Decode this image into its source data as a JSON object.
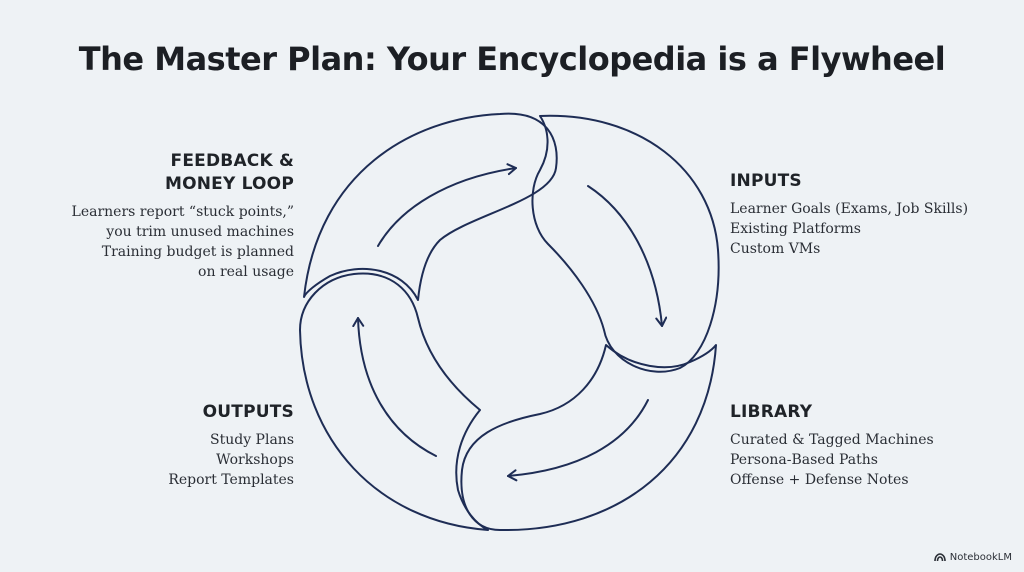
{
  "title": "The Master Plan: Your Encyclopedia is a Flywheel",
  "stroke_color": "#1e2d55",
  "background_color": "#eef2f5",
  "sections": {
    "feedback": {
      "heading": [
        "FEEDBACK &",
        "MONEY LOOP"
      ],
      "lines": [
        "Learners report “stuck points,”",
        "you trim unused machines",
        "Training budget is planned",
        "on real usage"
      ]
    },
    "inputs": {
      "heading": [
        "INPUTS"
      ],
      "lines": [
        "Learner Goals (Exams, Job Skills)",
        "Existing Platforms",
        "Custom VMs"
      ]
    },
    "outputs": {
      "heading": [
        "OUTPUTS"
      ],
      "lines": [
        "Study Plans",
        "Workshops",
        "Report Templates"
      ]
    },
    "library": {
      "heading": [
        "LIBRARY"
      ],
      "lines": [
        "Curated & Tagged Machines",
        "Persona-Based Paths",
        "Offense + Defense Notes"
      ]
    }
  },
  "badge": {
    "label": "NotebookLM",
    "icon": "notebooklm-logo-icon"
  }
}
